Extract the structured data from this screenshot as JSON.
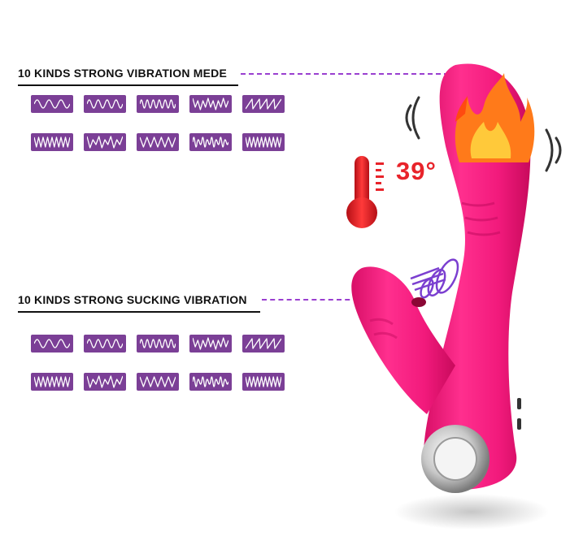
{
  "sections": [
    {
      "heading": "10 KINDS STRONG VIBRATION MEDE"
    },
    {
      "heading": "10 KINDS STRONG SUCKING VIBRATION"
    }
  ],
  "patterns": [
    "wave-gentle",
    "wave-medium",
    "wave-dense",
    "burst-tall",
    "ramp-slant",
    "zigzag-fine",
    "zigzag-pulse",
    "zigzag-wide",
    "wave-mixed",
    "zigzag-tight"
  ],
  "temperature": {
    "value": "39°"
  },
  "icons": {
    "thermometer": "thermometer-icon",
    "flame": "flame-icon",
    "vibration": "vibration-waves-icon",
    "suction": "suction-waves-icon"
  },
  "colors": {
    "product_pink": "#f21a7c",
    "chip_purple": "#7b3f96",
    "accent_purple": "#9a3fd0",
    "temp_red": "#e8232a",
    "flame_orange": "#ff7a1a"
  }
}
